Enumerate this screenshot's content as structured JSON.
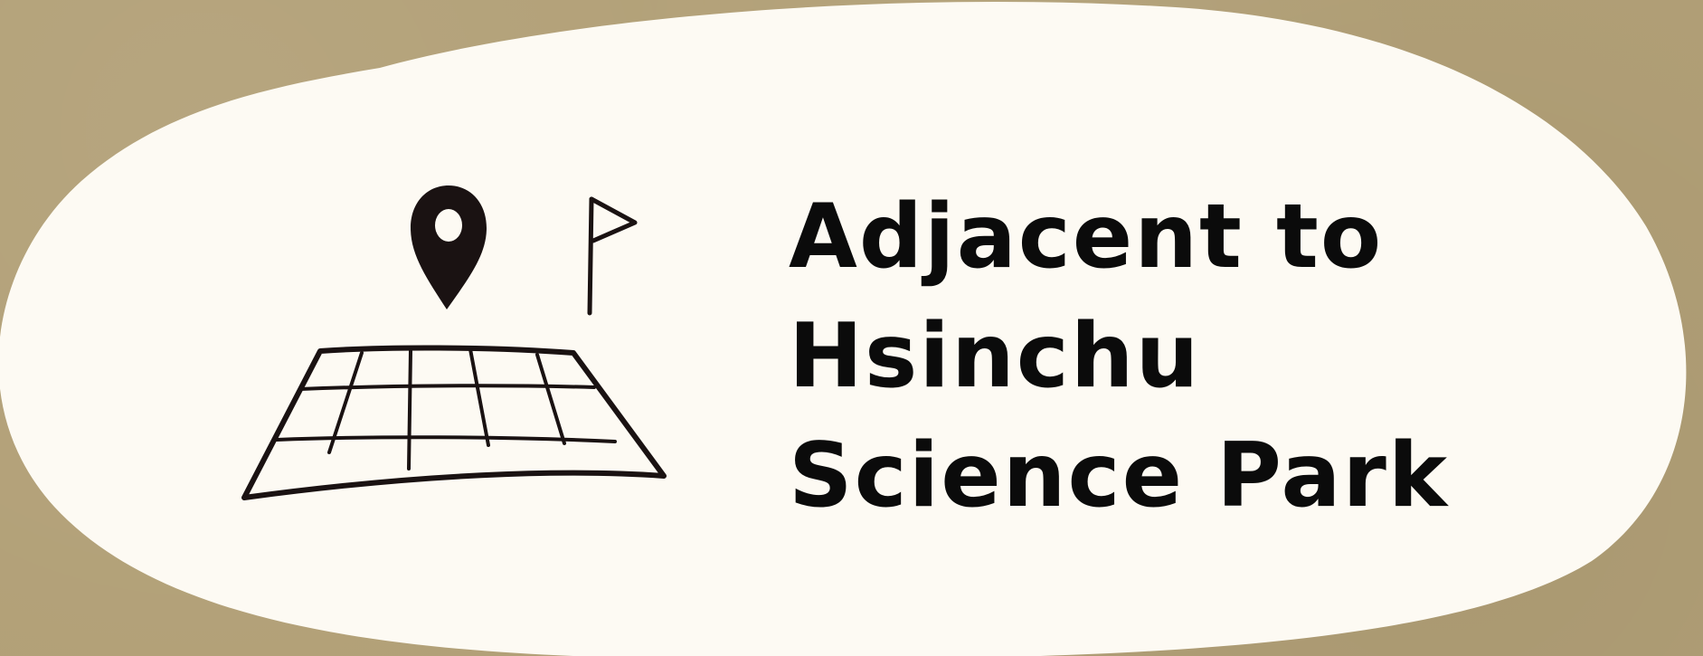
{
  "background": {
    "paper_color": "#b2a077",
    "panel_color": "#fdfaf3"
  },
  "illustration": {
    "icons": [
      "map-pin-icon",
      "flag-icon",
      "map-grid-icon"
    ],
    "ink_color": "#1a1212"
  },
  "headline": {
    "lines": [
      "Adjacent to",
      "Hsinchu",
      "Science Park"
    ]
  }
}
